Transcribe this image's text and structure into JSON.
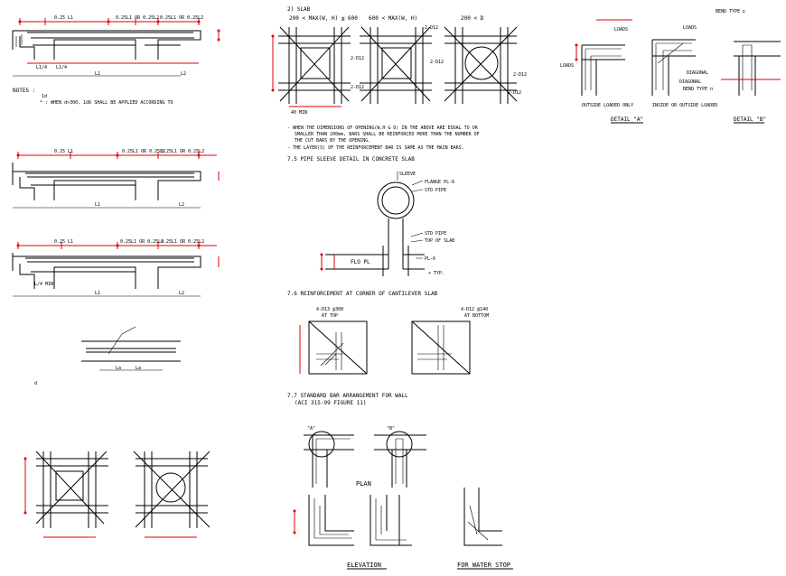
{
  "colors": {
    "linework": "#000000",
    "dimension": "#e00000",
    "background": "#ffffff"
  },
  "left": {
    "notes_title": "NOTES :",
    "notes_mark": "1d",
    "note_1": "* : WHEN d>300, 1d6 SHALL BE APPLIED ACCORDING TO",
    "beam1": {
      "dim_a": "0.25 L1",
      "dim_b": "0.25L1 OR 0.25L2",
      "dim_c": "0.25L1 OR 0.25L2",
      "bot_left": "L1/4",
      "bot_right": "L1/4",
      "span1": "L1",
      "span2": "L2"
    },
    "beam2": {
      "dim_a": "0.25 L1",
      "dim_b": "0.25L1 OR 0.25L2",
      "dim_c": "0.25L1 OR 0.25L2",
      "span1": "L1",
      "span2": "L2"
    },
    "beam3": {
      "dim_a": "0.25 L1",
      "dim_b": "0.25L1 OR 0.25L2",
      "dim_c": "0.25L1 OR 0.25L2",
      "end_label": "L/4 MIN",
      "span1": "L1",
      "span2": "L2"
    },
    "lap_marks": {
      "a": "La",
      "b": "La"
    },
    "side_mark": "d"
  },
  "slab": {
    "title": "2) SLAB",
    "case1": "200 < MAX(W, H) ≦ 600",
    "case2": "600 < MAX(W, H)",
    "case3": "200 < D",
    "bar_labels": [
      "2-D12",
      "2-D12",
      "2-D12",
      "2-D12",
      "2-D12",
      "2-D12"
    ],
    "dim_label": "40 MIN",
    "note_1": "- WHEN THE DIMENSIONS OF OPENING(W,H & D) IN THE ABOVE ARE EQUAL TO OR",
    "note_2": "SMALLER THAN 200mm, BARS SHALL BE REINFORCED MORE THAN THE NUMBER OF",
    "note_3": "THE CUT BARS BY THE OPENING.",
    "note_4": "- THE LAYER(S) OF THE REINFORCEMENT BAR IS SAME AS THE MAIN BARS."
  },
  "pipe": {
    "title": "7.5  PIPE SLEEVE DETAIL IN CONCRETE SLAB",
    "sleeve": "SLEEVE",
    "flange": "FLANGE PL-6",
    "std_pipe": "STD PIPE",
    "std_pipe2": "STD PIPE",
    "top_of_slab": "TOP OF SLAB",
    "flo_pl": "FLO PL",
    "pl6": "PL-6",
    "tolerance": "+ TYP."
  },
  "cantilever": {
    "title": "7.6  REINFORCEMENT AT CORNER OF CANTILEVER SLAB",
    "top_a": "4-D13 @300",
    "top_b": "AT TOP",
    "bot_a": "4-D12 @140",
    "bot_b": "AT BOTTOM"
  },
  "wall": {
    "title": "7.7  STANDARD BAR ARRANGEMENT FOR WALL",
    "subtitle": "(ACI 315-99 FIGURE 11)",
    "mark_a": "\"A\"",
    "mark_b": "\"B\"",
    "plan": "PLAN",
    "elevation": "ELEVATION",
    "water_stop": "FOR WATER STOP"
  },
  "details": {
    "bend_type1": "BEND TYPE ⊏",
    "bend_type2": "BEND TYPE ⊓",
    "loads1": "LOADS",
    "loads2": "LOADS",
    "loads3": "LOADS",
    "diagonal1": "DIAGONAL",
    "diagonal2": "DIAGONAL",
    "caption1": "OUTSIDE LOADED ONLY",
    "caption2": "INSIDE OR OUTSIDE LOADED",
    "detail_a": "DETAIL \"A\"",
    "detail_b": "DETAIL \"B\""
  }
}
